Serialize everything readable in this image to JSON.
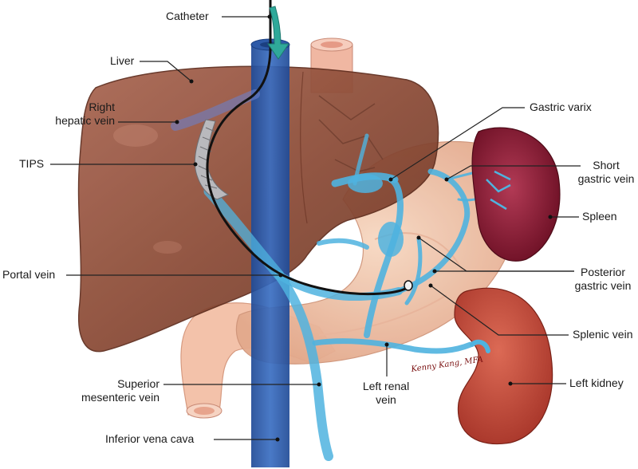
{
  "labels": {
    "catheter": "Catheter",
    "liver": "Liver",
    "right_hepatic_vein": [
      "Right",
      "hepatic vein"
    ],
    "tips": "TIPS",
    "portal_vein": "Portal vein",
    "superior_mesenteric_vein": [
      "Superior",
      "mesenteric vein"
    ],
    "inferior_vena_cava": "Inferior vena cava",
    "gastric_varix": "Gastric varix",
    "short_gastric_vein": [
      "Short",
      "gastric vein"
    ],
    "spleen": "Spleen",
    "posterior_gastric_vein": [
      "Posterior",
      "gastric vein"
    ],
    "splenic_vein": "Splenic vein",
    "left_kidney": "Left kidney",
    "left_renal_vein": [
      "Left renal",
      "vein"
    ]
  },
  "signature": "Kenny Kang, MFA",
  "colors": {
    "liver": "#8a4a35",
    "vena_cava": "#2f5fb0",
    "portal_veins": "#4fb3df",
    "stomach": "#f2c7ad",
    "spleen": "#8a1c35",
    "kidney": "#c5483a",
    "catheter": "#111111",
    "arrow": "#2fa99a",
    "leader_lines": "#222222"
  }
}
